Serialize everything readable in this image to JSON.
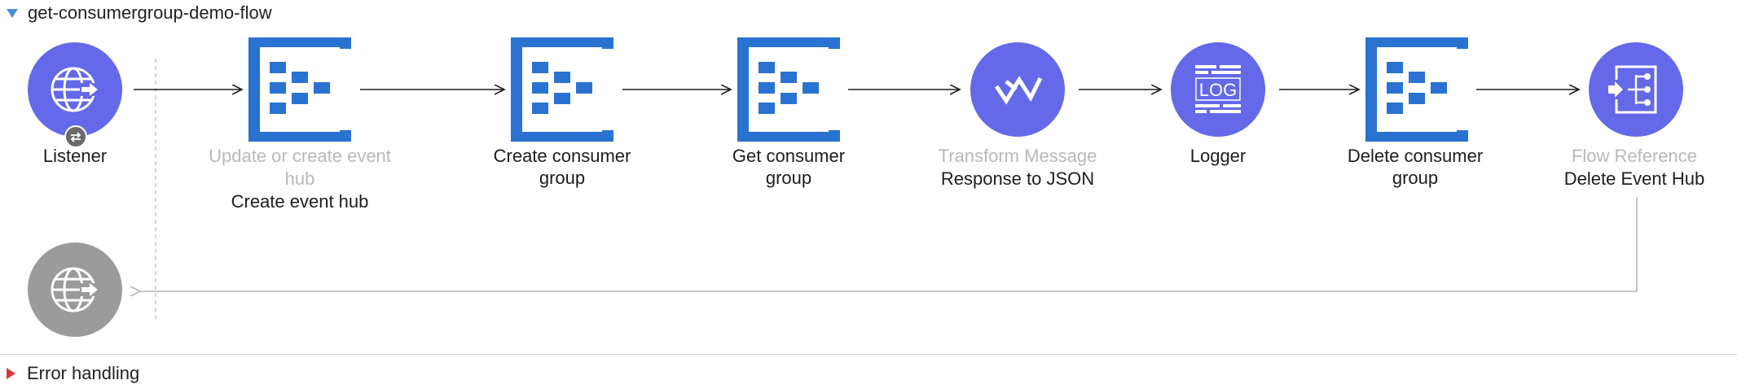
{
  "flow": {
    "name": "get-consumergroup-demo-flow"
  },
  "error_section": {
    "label": "Error handling"
  },
  "nodes": [
    {
      "icon": "globe-icon",
      "top_label": "",
      "label_lines": [
        "Listener"
      ]
    },
    {
      "icon": "event-hub-icon",
      "top_label": "Update or create event hub",
      "label_lines": [
        "Create event hub"
      ]
    },
    {
      "icon": "event-hub-icon",
      "top_label": "",
      "label_lines": [
        "Create consumer",
        "group"
      ]
    },
    {
      "icon": "event-hub-icon",
      "top_label": "",
      "label_lines": [
        "Get consumer",
        "group"
      ]
    },
    {
      "icon": "transform-icon",
      "top_label": "Transform Message",
      "label_lines": [
        "Response to JSON"
      ]
    },
    {
      "icon": "log-icon",
      "top_label": "",
      "label_lines": [
        "Logger"
      ]
    },
    {
      "icon": "event-hub-icon",
      "top_label": "",
      "label_lines": [
        "Delete consumer",
        "group"
      ]
    },
    {
      "icon": "flow-reference-icon",
      "top_label": "Flow Reference",
      "label_lines": [
        "Delete Event Hub"
      ]
    }
  ],
  "response_node": {
    "icon": "globe-icon"
  },
  "colors": {
    "accent": "#6369e9",
    "hub_blue": "#2a72d2",
    "grey": "#9b9b9b",
    "error_red": "#d9363e",
    "expand_blue": "#4a90d9"
  }
}
